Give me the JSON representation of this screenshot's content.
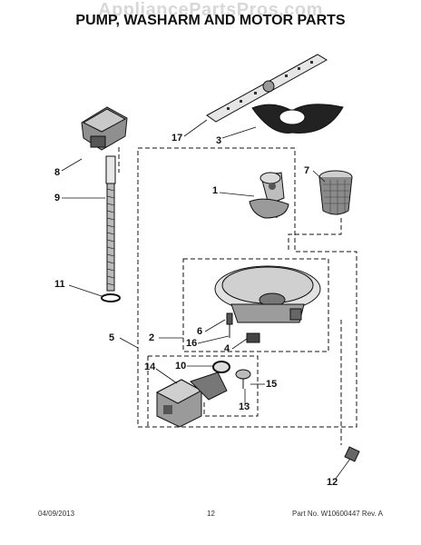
{
  "watermark": "AppliancePartsPros.com",
  "title": "PUMP, WASHARM AND MOTOR PARTS",
  "callouts": {
    "c1": "1",
    "c2": "2",
    "c3": "3",
    "c4": "4",
    "c5": "5",
    "c6": "6",
    "c7": "7",
    "c8": "8",
    "c9": "9",
    "c10": "10",
    "c11": "11",
    "c12": "12",
    "c13": "13",
    "c14": "14",
    "c15": "15",
    "c16": "16",
    "c17": "17"
  },
  "footer": {
    "date": "04/09/2013",
    "page": "12",
    "part_no": "Part No. W10600447  Rev. A"
  }
}
